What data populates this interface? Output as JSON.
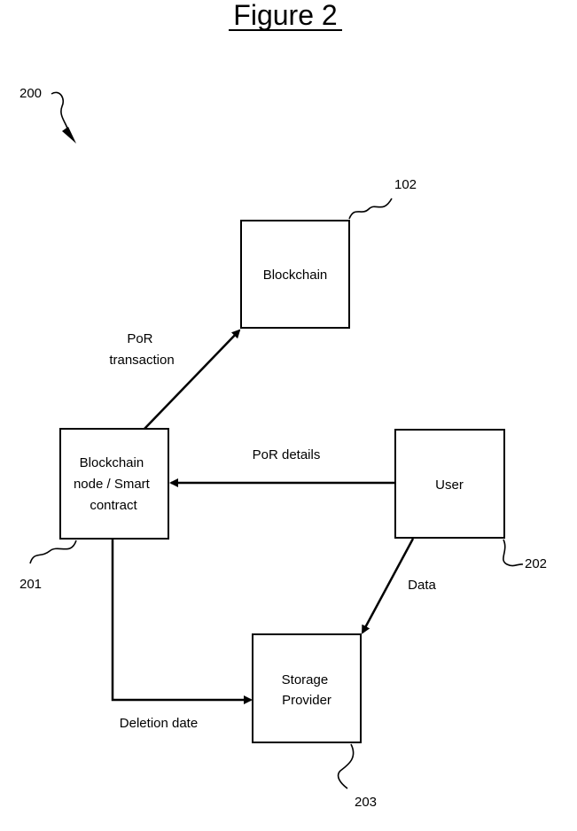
{
  "figure": {
    "title": "Figure 2",
    "reference": "200"
  },
  "nodes": {
    "blockchain": {
      "ref": "102",
      "lines": [
        "Blockchain"
      ]
    },
    "node": {
      "ref": "201",
      "lines": [
        "Blockchain",
        "node / Smart",
        "contract"
      ]
    },
    "user": {
      "ref": "202",
      "lines": [
        "User"
      ]
    },
    "storage": {
      "ref": "203",
      "lines": [
        "Storage",
        "Provider"
      ]
    }
  },
  "edges": {
    "por_transaction": {
      "lines": [
        "PoR",
        "transaction"
      ]
    },
    "por_details": {
      "label": "PoR details"
    },
    "data": {
      "label": "Data"
    },
    "deletion_date": {
      "label": "Deletion date"
    }
  }
}
